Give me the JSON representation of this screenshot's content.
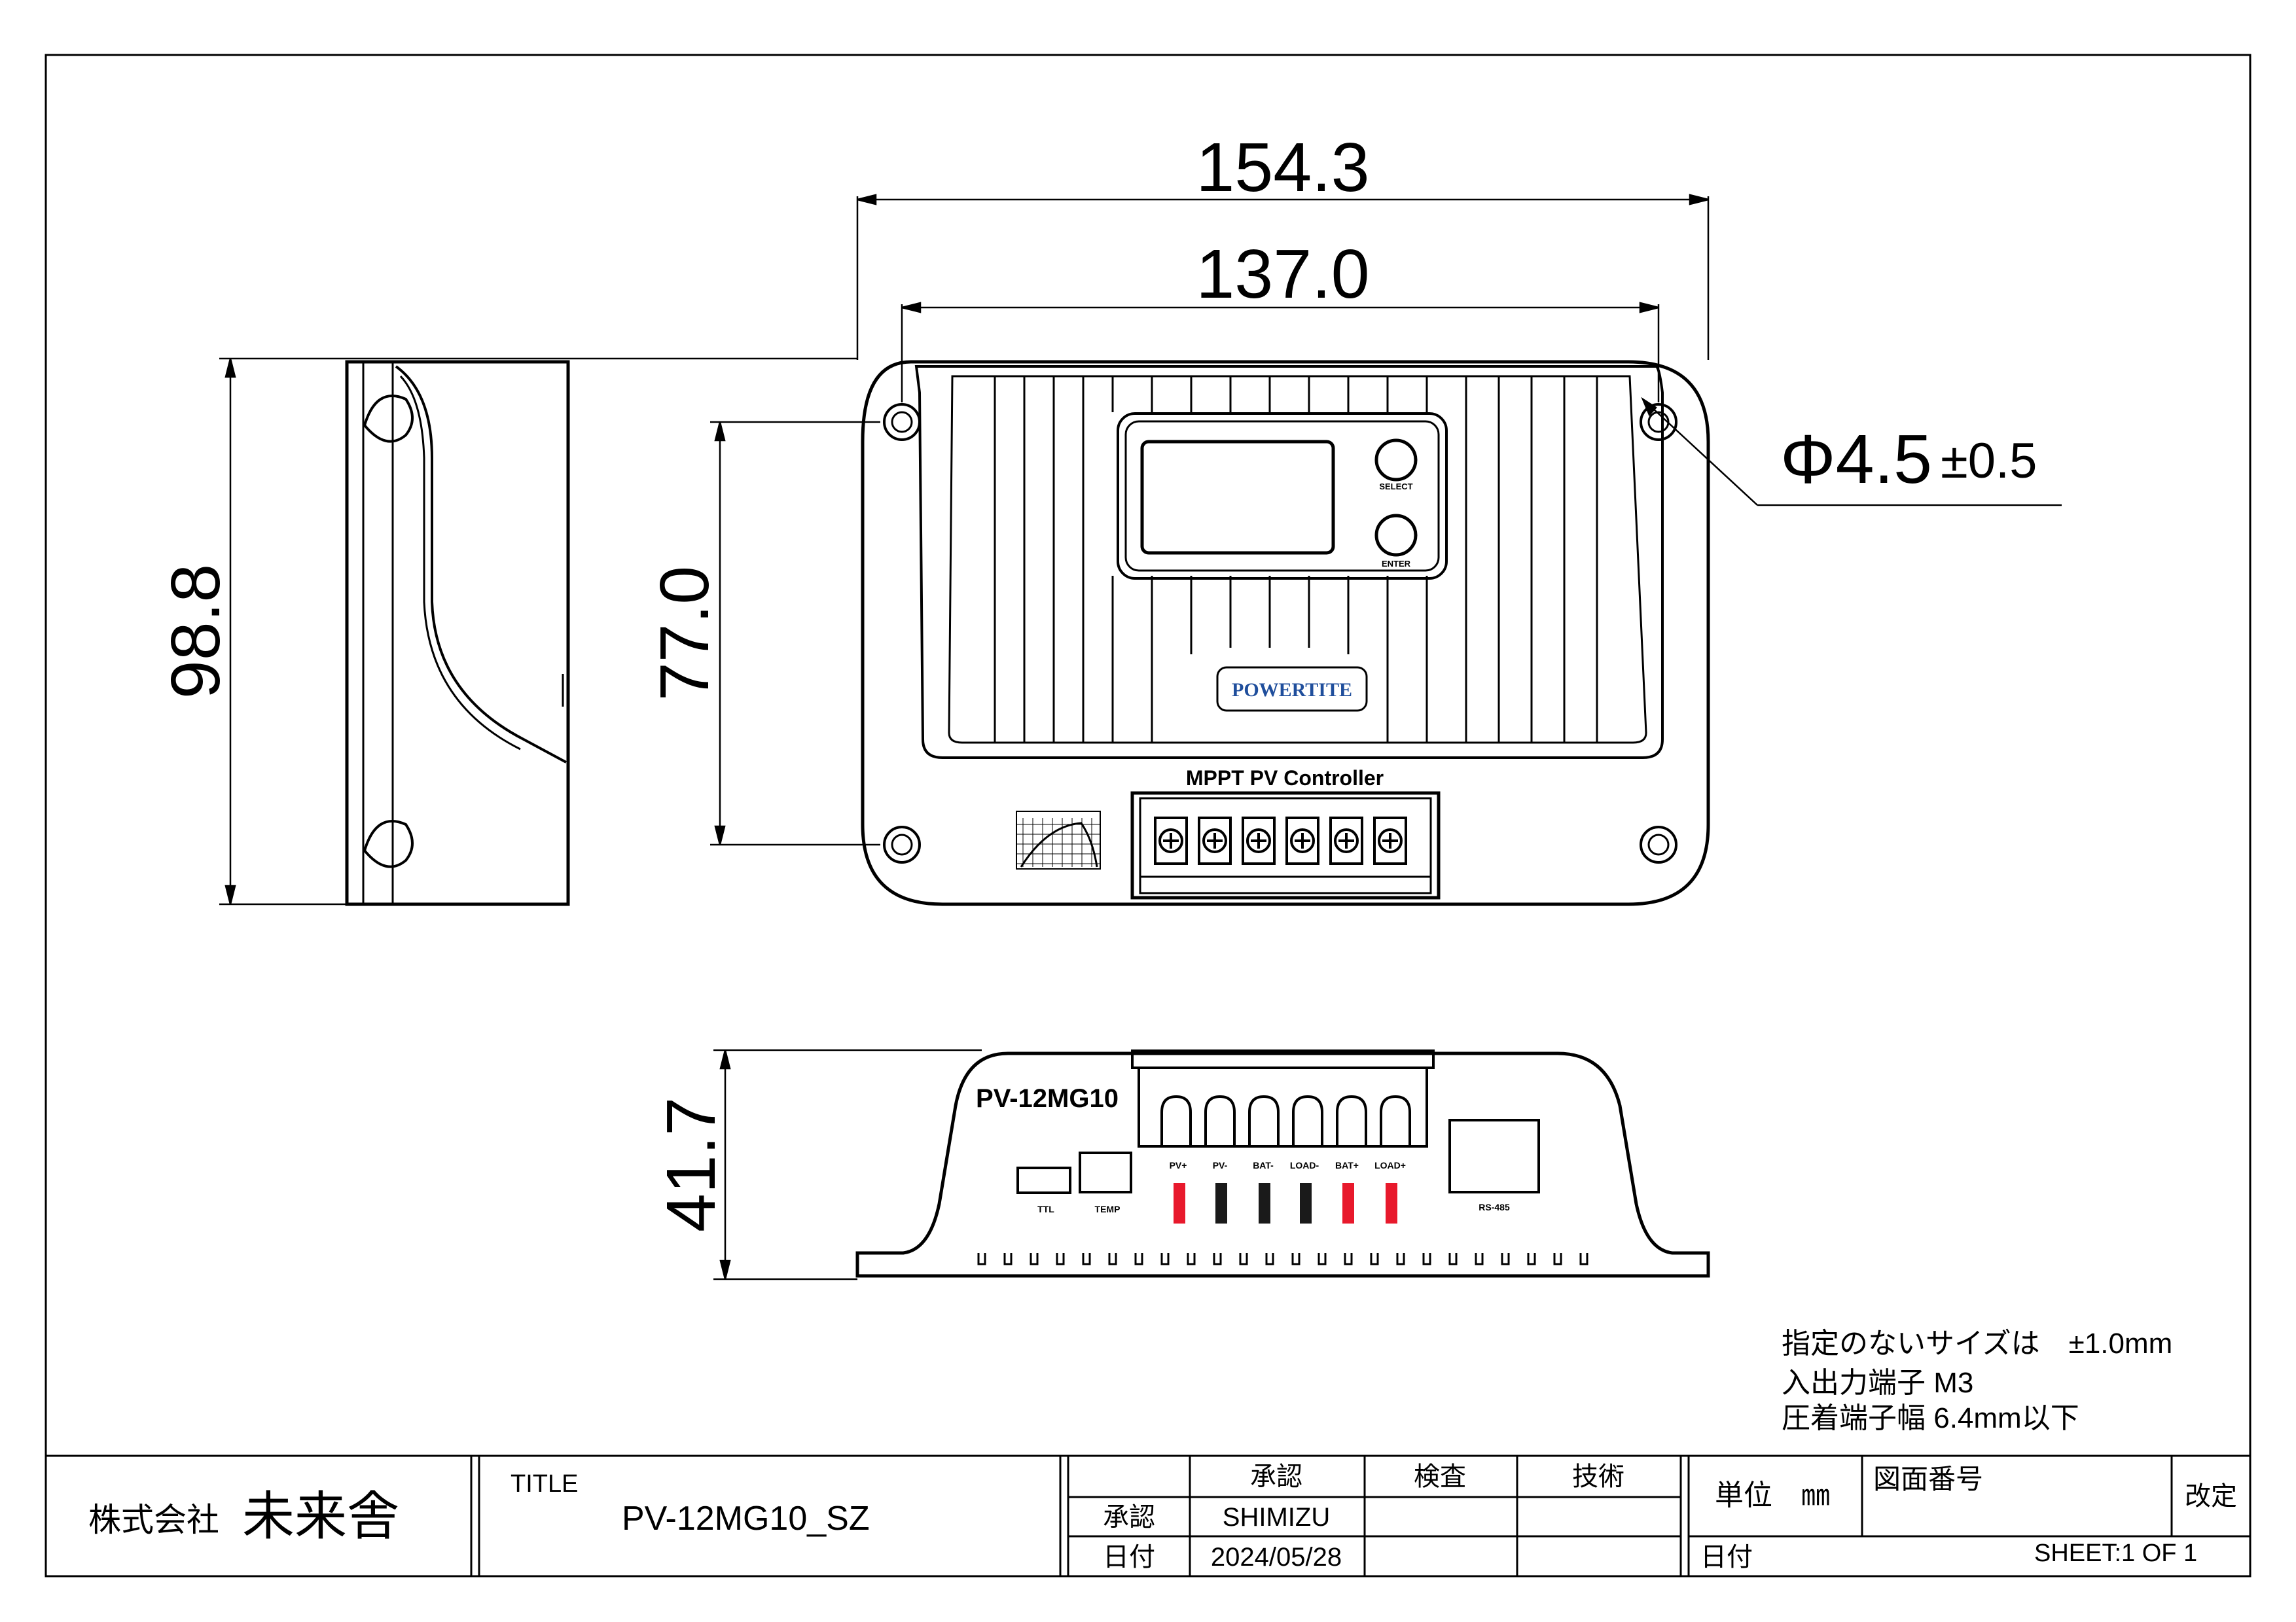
{
  "dimensions": {
    "overall_width": "154.3",
    "body_width": "137.0",
    "height": "98.8",
    "hole_spacing": "77.0",
    "depth": "41.7",
    "hole_diameter": "Φ4.5",
    "hole_tolerance": "±0.5"
  },
  "device": {
    "select_label": "SELECT",
    "enter_label": "ENTER",
    "logo_text": "POWERTITE",
    "controller_label": "MPPT PV Controller",
    "model_label": "PV-12MG10",
    "ttl_label": "TTL",
    "temp_label": "TEMP",
    "rs485_label": "RS-485",
    "terminals": [
      {
        "label": "PV+",
        "color": "#e8192c"
      },
      {
        "label": "PV-",
        "color": "#1a1a1a"
      },
      {
        "label": "BAT-",
        "color": "#1a1a1a"
      },
      {
        "label": "LOAD-",
        "color": "#1a1a1a"
      },
      {
        "label": "BAT+",
        "color": "#e8192c"
      },
      {
        "label": "LOAD+",
        "color": "#e8192c"
      }
    ],
    "logo_color": "#1f4e9c"
  },
  "notes": [
    "指定のないサイズは　±1.0mm",
    "入出力端子 M3",
    "圧着端子幅 6.4mm以下"
  ],
  "title_block": {
    "company_prefix": "株式会社",
    "company_name": "未来舎",
    "title_label": "TITLE",
    "title_value": "PV-12MG10_SZ",
    "col_approve": "承認",
    "col_check": "検査",
    "col_tech": "技術",
    "row_approve": "承認",
    "row_date": "日付",
    "approver": "SHIMIZU",
    "date": "2024/05/28",
    "unit_label": "単位　㎜",
    "drawing_number_label": "図面番号",
    "revision_label": "改定",
    "date_label": "日付",
    "sheet": "SHEET:1 OF 1"
  }
}
